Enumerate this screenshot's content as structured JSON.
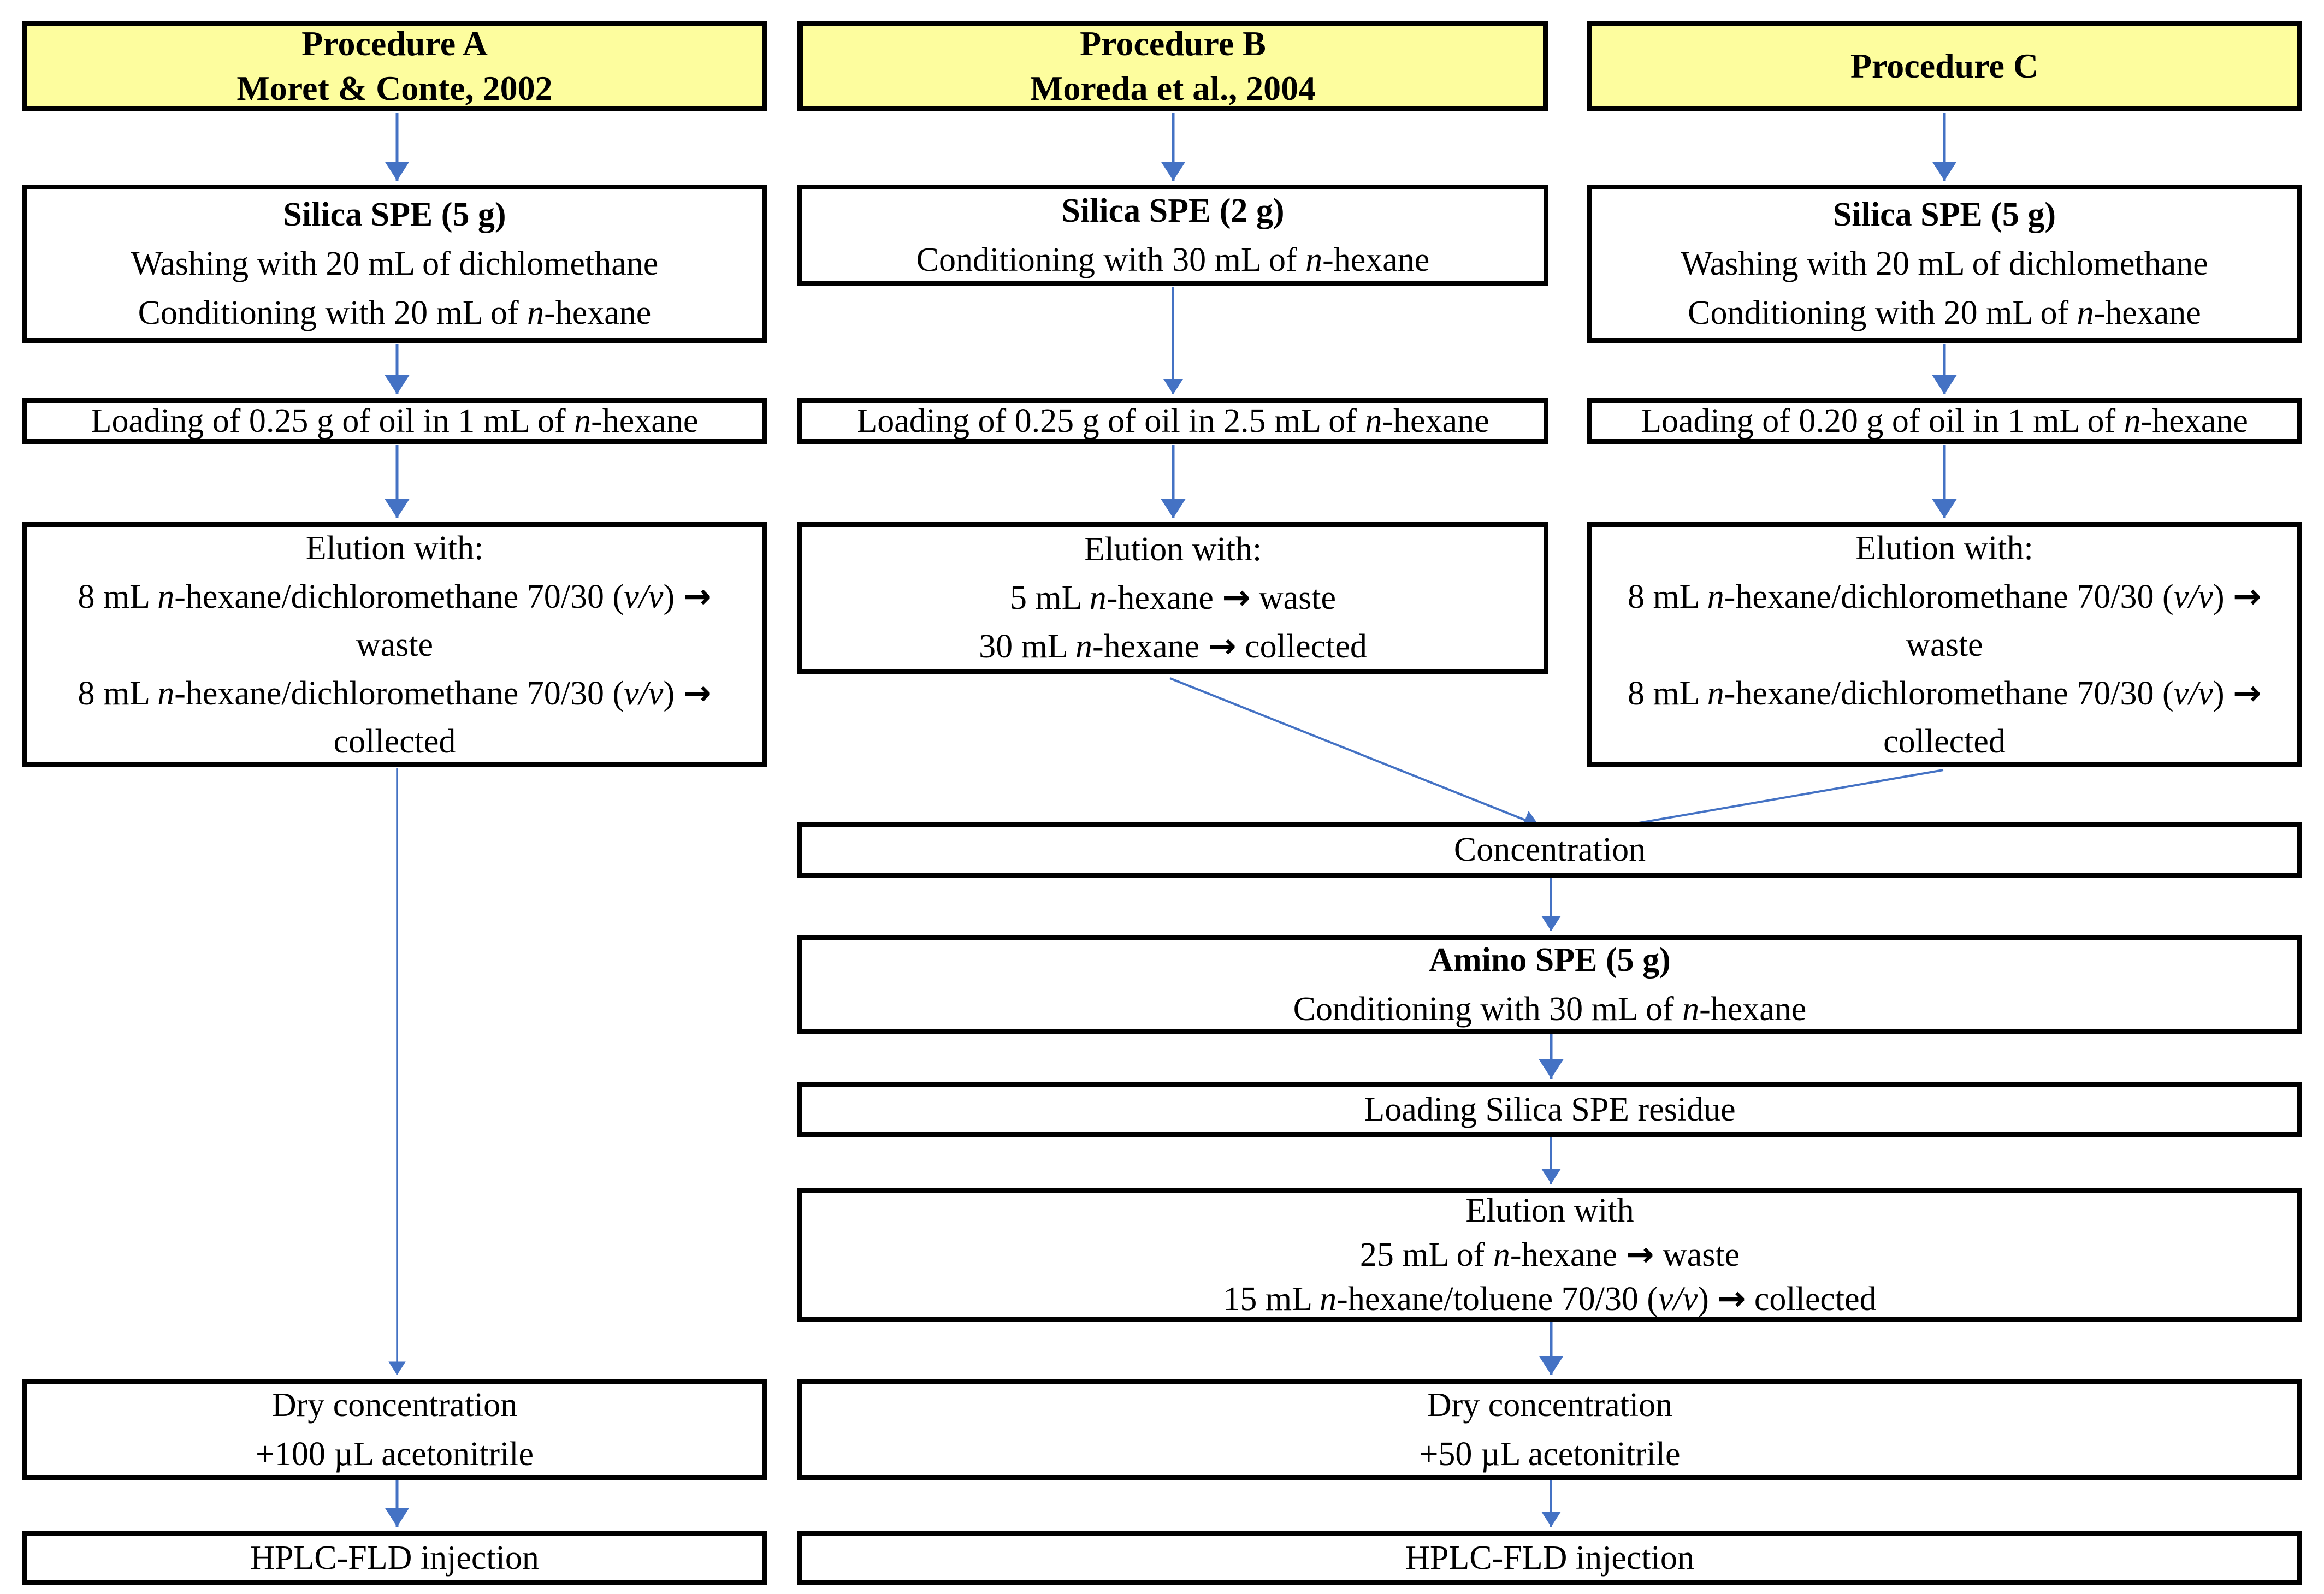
{
  "colors": {
    "header_bg": "#FDFD9E",
    "arrow_blue": "#4472C4",
    "border": "#000000"
  },
  "columns": {
    "a": {
      "header": {
        "line1": "Procedure A",
        "line2": "Moret & Conte, 2002"
      },
      "silica": {
        "title": "Silica SPE (5 g)",
        "wash": "Washing with 20 mL of dichlomethane",
        "cond": {
          "t1": "Conditioning with 20 mL of ",
          "i1": "n",
          "t2": "-hexane"
        }
      },
      "loading": {
        "t1": "Loading of 0.25 g of oil in 1 mL of ",
        "i1": "n",
        "t2": "-hexane"
      },
      "elution": {
        "title": "Elution with:",
        "l1": {
          "t1": "8 mL ",
          "i1": "n",
          "t2": "-hexane/dichloromethane 70/30 (",
          "i2": "v/v",
          "t3": ") ",
          "arrow": "→"
        },
        "l1b": "waste",
        "l2": {
          "t1": "8 mL ",
          "i1": "n",
          "t2": "-hexane/dichloromethane 70/30 (",
          "i2": "v/v",
          "t3": ") ",
          "arrow": "→"
        },
        "l2b": "collected"
      },
      "dry": {
        "line1": "Dry concentration",
        "line2": "+100 µL acetonitrile"
      },
      "hplc": "HPLC-FLD injection"
    },
    "b": {
      "header": {
        "line1": "Procedure B",
        "line2": "Moreda et al., 2004"
      },
      "silica": {
        "title": "Silica SPE (2 g)",
        "cond": {
          "t1": "Conditioning with 30 mL of ",
          "i1": "n",
          "t2": "-hexane"
        }
      },
      "loading": {
        "t1": "Loading of 0.25 g of oil in 2.5 mL of ",
        "i1": "n",
        "t2": "-hexane"
      },
      "elution": {
        "title": "Elution with:",
        "l1": {
          "t1": "5 mL ",
          "i1": "n",
          "t2": "-hexane ",
          "arrow": "→",
          "t3": " waste"
        },
        "l2": {
          "t1": "30 mL ",
          "i1": "n",
          "t2": "-hexane ",
          "arrow": "→",
          "t3": " collected"
        }
      }
    },
    "c": {
      "header": {
        "line1": "Procedure C"
      },
      "silica": {
        "title": "Silica SPE (5 g)",
        "wash": "Washing with 20 mL of dichlomethane",
        "cond": {
          "t1": "Conditioning with 20 mL of ",
          "i1": "n",
          "t2": "-hexane"
        }
      },
      "loading": {
        "t1": "Loading of 0.20 g of oil in 1 mL of ",
        "i1": "n",
        "t2": "-hexane"
      },
      "elution": {
        "title": "Elution with:",
        "l1": {
          "t1": "8 mL ",
          "i1": "n",
          "t2": "-hexane/dichloromethane 70/30 (",
          "i2": "v/v",
          "t3": ") ",
          "arrow": "→"
        },
        "l1b": "waste",
        "l2": {
          "t1": "8 mL ",
          "i1": "n",
          "t2": "-hexane/dichloromethane 70/30 (",
          "i2": "v/v",
          "t3": ") ",
          "arrow": "→"
        },
        "l2b": "collected"
      }
    }
  },
  "merged": {
    "concentration": "Concentration",
    "amino": {
      "title": "Amino SPE (5 g)",
      "cond": {
        "t1": "Conditioning with 30 mL of ",
        "i1": "n",
        "t2": "-hexane"
      }
    },
    "residue": "Loading Silica SPE residue",
    "elution": {
      "title": "Elution with",
      "l1": {
        "t1": "25 mL of ",
        "i1": "n",
        "t2": "-hexane ",
        "arrow": "→",
        "t3": " waste"
      },
      "l2": {
        "t1": "15 mL ",
        "i1": "n",
        "t2": "-hexane/toluene 70/30 (",
        "i2": "v/v",
        "t3": ") ",
        "arrow": "→",
        "t4": " collected"
      }
    },
    "dry": {
      "line1": "Dry concentration",
      "line2": "+50 µL acetonitrile"
    },
    "hplc": "HPLC-FLD injection"
  }
}
